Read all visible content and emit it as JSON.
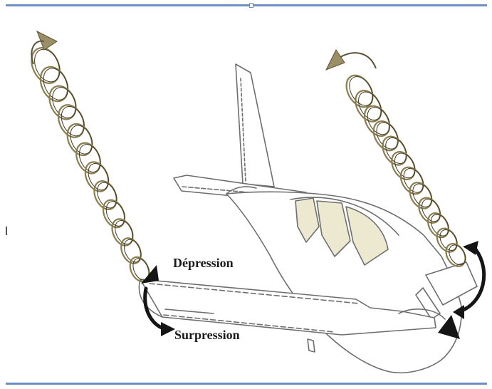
{
  "labels": {
    "depression": "Dépression",
    "surpression": "Surpression"
  },
  "colors": {
    "frame": "#6f8fc4",
    "vortex": "#8a7d4e",
    "vortex_dark": "#3f3826",
    "outline": "#6e6e6e",
    "glass": "#ece9d0",
    "arrow": "#151515"
  },
  "icons": {
    "left_vortex": "wingtip-vortex-spiral",
    "right_vortex": "tail-vortex-spiral",
    "aircraft": "low-wing-aircraft",
    "rotation_arrow": "curved-arrow"
  }
}
